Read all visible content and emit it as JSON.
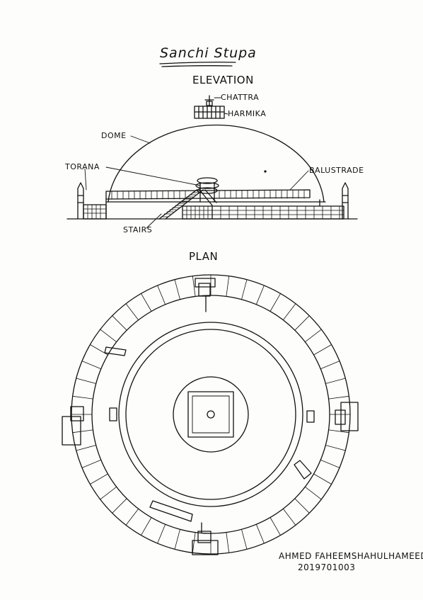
{
  "title": "Sanchi Stupa",
  "elevation": {
    "heading": "ELEVATION",
    "labels": {
      "chattra": "CHATTRA",
      "harmika": "HARMIKA",
      "dome": "DOME",
      "torana": "TORANA",
      "balustrade": "BALUSTRADE",
      "stairs": "STAIRS"
    }
  },
  "plan": {
    "heading": "PLAN"
  },
  "author": {
    "name": "AHMED FAHEEMSHAHULHAMEED",
    "id": "2019701003"
  }
}
